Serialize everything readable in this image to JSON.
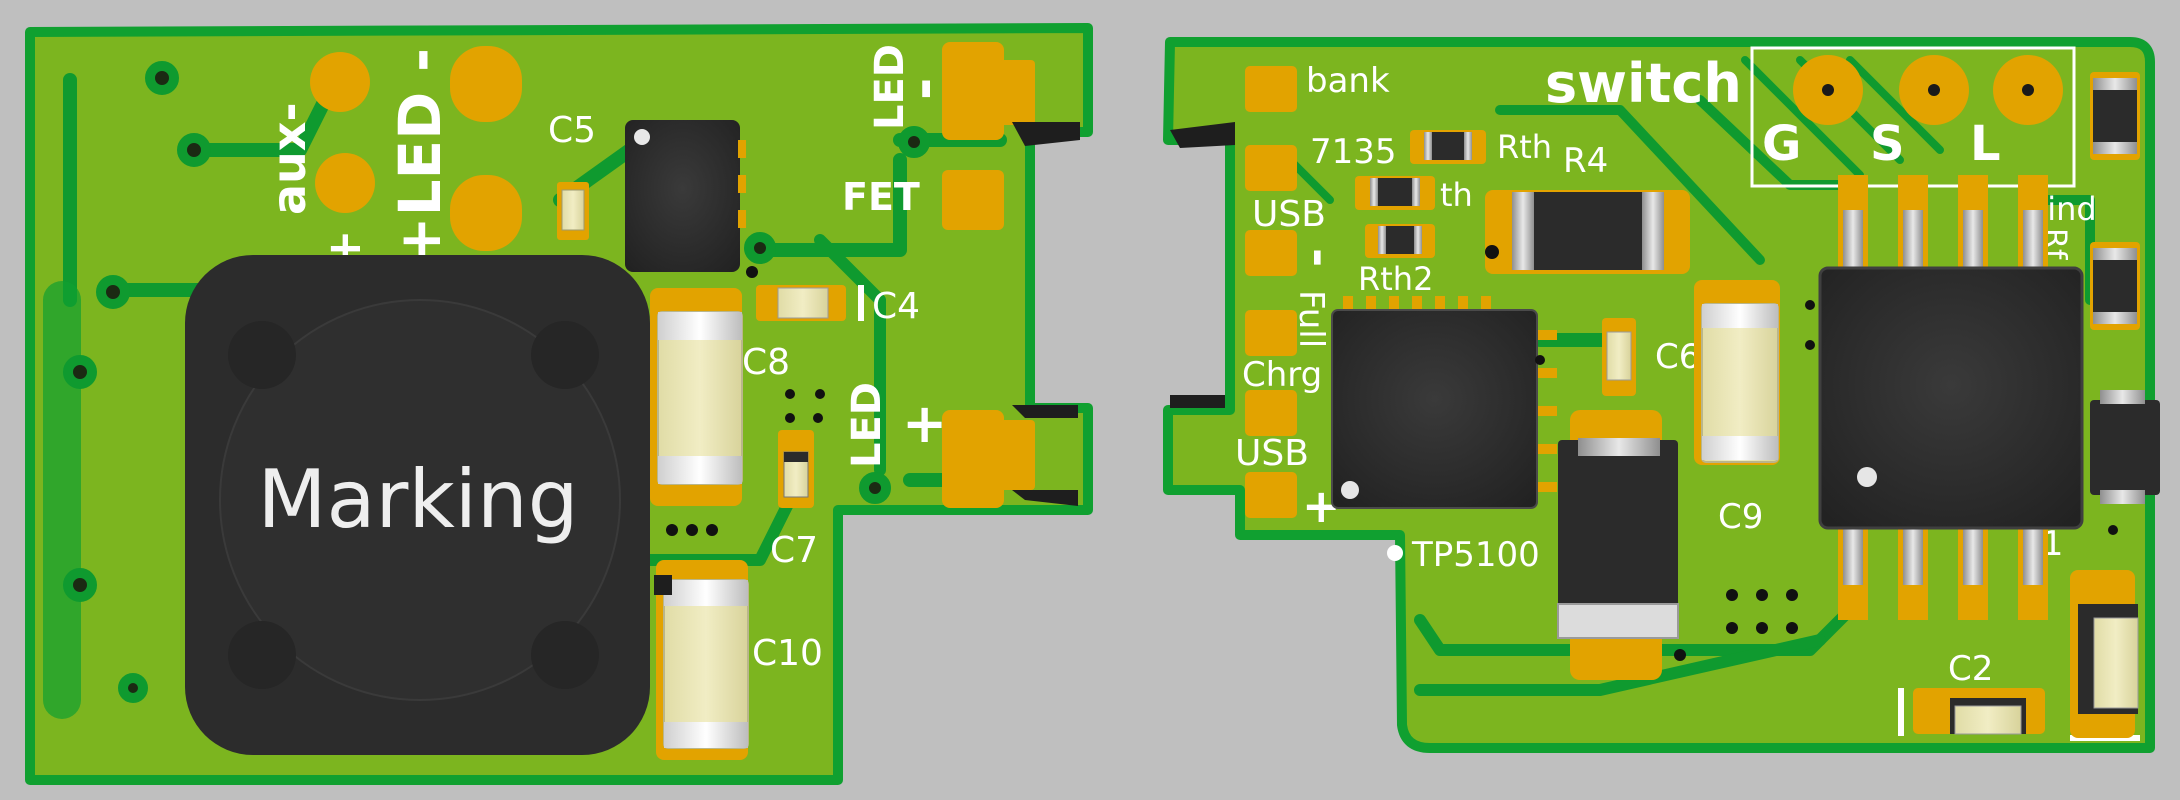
{
  "colors": {
    "background": "#bfbfbf",
    "board": "#7cb51f",
    "board_edge": "#10a030",
    "trace": "#0f9a2f",
    "pad": "#e2a300",
    "silk": "#ffffff",
    "ic": "#2b2b2b",
    "ceramic": "#ebe7b5"
  },
  "left_board": {
    "labels": {
      "aux_minus": "aux-",
      "aux_plus": "+",
      "led_plus": "+LED",
      "led_minus": "-",
      "c5": "C5",
      "c4": "C4",
      "c8": "C8",
      "c7": "C7",
      "c10": "C10",
      "led_top": "LED",
      "led_bottom": "LED",
      "fet": "FET",
      "plus_pad": "+",
      "minus_pad": "-"
    },
    "inductor_marking": "Marking"
  },
  "right_board": {
    "labels": {
      "bank": "bank",
      "switch": "switch",
      "g": "G",
      "s": "S",
      "l": "L",
      "n7135": "7135",
      "rth": "Rth",
      "r4": "R4",
      "th": "th",
      "usb_minus_label": "USB",
      "usb_minus_sign": "-",
      "rth2": "Rth2",
      "full": "Full",
      "chrg": "Chrg",
      "usb_plus_label": "USB",
      "usb_plus_sign": "+",
      "tp5100": "TP5100",
      "c6": "C6",
      "c9": "C9",
      "c1": "C1",
      "c2": "C2",
      "rind": "Rind",
      "rf": "Rf"
    }
  }
}
